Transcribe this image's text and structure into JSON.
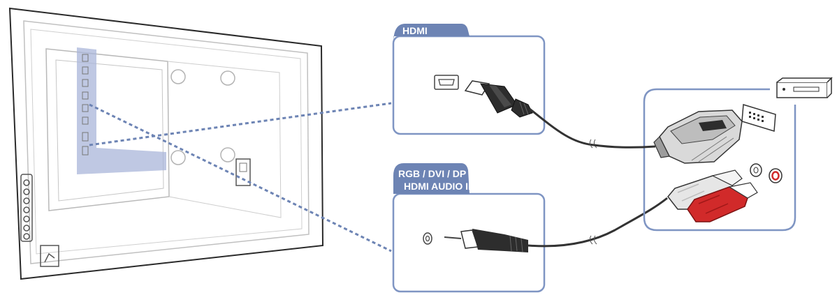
{
  "panels": {
    "hdmi": {
      "label": "HDMI"
    },
    "audio": {
      "label_line1": "RGB / DVI / DP /",
      "label_line2": "HDMI AUDIO IN"
    }
  },
  "colors": {
    "accent": "#6d84b4",
    "panel_border": "#7f95c3",
    "highlight": "#aab6da",
    "outline": "#b5b5b5",
    "cable": "#333333",
    "connector_dark": "#2d2d2d",
    "rca_red": "#d12a2a"
  },
  "icons": [
    "monitor-back",
    "hdmi-port",
    "hdmi-plug",
    "audio-jack",
    "audio-plug",
    "dvi-plug",
    "rca-plugs",
    "source-device"
  ]
}
